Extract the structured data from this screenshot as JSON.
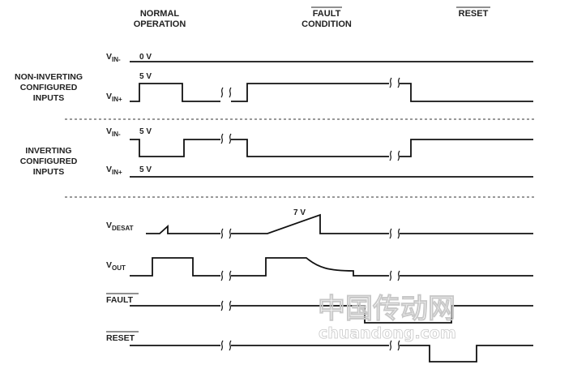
{
  "headers": {
    "normal_line1": "NORMAL",
    "normal_line2": "OPERATION",
    "fault_line1": "FAULT",
    "fault_line2": "CONDITION",
    "reset": "RESET"
  },
  "groups": {
    "noninverting": [
      "NON-INVERTING",
      "CONFIGURED",
      "INPUTS"
    ],
    "inverting": [
      "INVERTING",
      "CONFIGURED",
      "INPUTS"
    ]
  },
  "signals": {
    "vin_minus_1": {
      "base": "V",
      "sub": "IN-"
    },
    "vin_plus_1": {
      "base": "V",
      "sub": "IN+"
    },
    "vin_minus_2": {
      "base": "V",
      "sub": "IN-"
    },
    "vin_plus_2": {
      "base": "V",
      "sub": "IN+"
    },
    "vdesat": {
      "base": "V",
      "sub": "DESAT"
    },
    "vout": {
      "base": "V",
      "sub": "OUT"
    },
    "fault": "FAULT",
    "reset": "RESET"
  },
  "values": {
    "v0": "0 V",
    "v5_a": "5 V",
    "v5_b": "5 V",
    "v5_c": "5 V",
    "v7": "7 V"
  },
  "watermark": {
    "cn": "中国传动网",
    "en": "chuandong.com"
  },
  "colors": {
    "line": "#111111",
    "text": "#222222",
    "watermark": "#c8c8c8"
  }
}
